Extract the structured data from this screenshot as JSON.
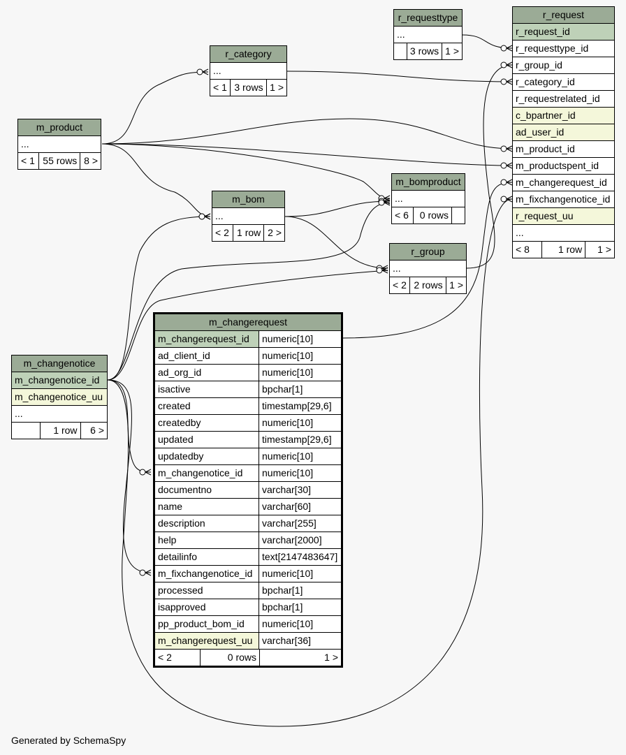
{
  "tables": {
    "r_requesttype": {
      "name": "r_requesttype",
      "ellipsis": "...",
      "nav": [
        "",
        "3 rows",
        "1 >"
      ]
    },
    "r_request": {
      "name": "r_request",
      "columns": [
        {
          "name": "r_request_id",
          "kind": "pk"
        },
        {
          "name": "r_requesttype_id",
          "kind": ""
        },
        {
          "name": "r_group_id",
          "kind": ""
        },
        {
          "name": "r_category_id",
          "kind": ""
        },
        {
          "name": "r_requestrelated_id",
          "kind": ""
        },
        {
          "name": "c_bpartner_id",
          "kind": "fk"
        },
        {
          "name": "ad_user_id",
          "kind": "fk"
        },
        {
          "name": "m_product_id",
          "kind": ""
        },
        {
          "name": "m_productspent_id",
          "kind": ""
        },
        {
          "name": "m_changerequest_id",
          "kind": ""
        },
        {
          "name": "m_fixchangenotice_id",
          "kind": ""
        },
        {
          "name": "r_request_uu",
          "kind": "fk"
        }
      ],
      "ellipsis": "...",
      "nav": [
        "< 8",
        "1 row",
        "1 >"
      ]
    },
    "r_category": {
      "name": "r_category",
      "ellipsis": "...",
      "nav": [
        "< 1",
        "3 rows",
        "1 >"
      ]
    },
    "m_product": {
      "name": "m_product",
      "ellipsis": "...",
      "nav": [
        "< 1",
        "55 rows",
        "8 >"
      ]
    },
    "m_bom": {
      "name": "m_bom",
      "ellipsis": "...",
      "nav": [
        "< 2",
        "1 row",
        "2 >"
      ]
    },
    "m_bomproduct": {
      "name": "m_bomproduct",
      "ellipsis": "...",
      "nav": [
        "< 6",
        "0 rows",
        ""
      ]
    },
    "r_group": {
      "name": "r_group",
      "ellipsis": "...",
      "nav": [
        "< 2",
        "2 rows",
        "1 >"
      ]
    },
    "m_changenotice": {
      "name": "m_changenotice",
      "columns": [
        {
          "name": "m_changenotice_id",
          "kind": "pk"
        },
        {
          "name": "m_changenotice_uu",
          "kind": "fk"
        }
      ],
      "ellipsis": "...",
      "nav": [
        "",
        "1 row",
        "6 >"
      ]
    },
    "m_changerequest": {
      "name": "m_changerequest",
      "columns": [
        {
          "name": "m_changerequest_id",
          "type": "numeric[10]",
          "kind": "pk"
        },
        {
          "name": "ad_client_id",
          "type": "numeric[10]",
          "kind": ""
        },
        {
          "name": "ad_org_id",
          "type": "numeric[10]",
          "kind": ""
        },
        {
          "name": "isactive",
          "type": "bpchar[1]",
          "kind": ""
        },
        {
          "name": "created",
          "type": "timestamp[29,6]",
          "kind": ""
        },
        {
          "name": "createdby",
          "type": "numeric[10]",
          "kind": ""
        },
        {
          "name": "updated",
          "type": "timestamp[29,6]",
          "kind": ""
        },
        {
          "name": "updatedby",
          "type": "numeric[10]",
          "kind": ""
        },
        {
          "name": "m_changenotice_id",
          "type": "numeric[10]",
          "kind": ""
        },
        {
          "name": "documentno",
          "type": "varchar[30]",
          "kind": ""
        },
        {
          "name": "name",
          "type": "varchar[60]",
          "kind": ""
        },
        {
          "name": "description",
          "type": "varchar[255]",
          "kind": ""
        },
        {
          "name": "help",
          "type": "varchar[2000]",
          "kind": ""
        },
        {
          "name": "detailinfo",
          "type": "text[2147483647]",
          "kind": ""
        },
        {
          "name": "m_fixchangenotice_id",
          "type": "numeric[10]",
          "kind": ""
        },
        {
          "name": "processed",
          "type": "bpchar[1]",
          "kind": ""
        },
        {
          "name": "isapproved",
          "type": "bpchar[1]",
          "kind": ""
        },
        {
          "name": "pp_product_bom_id",
          "type": "numeric[10]",
          "kind": ""
        },
        {
          "name": "m_changerequest_uu",
          "type": "varchar[36]",
          "kind": "fk"
        }
      ],
      "nav": [
        "< 2",
        "0 rows",
        "1 >"
      ]
    }
  },
  "footer": "Generated by SchemaSpy",
  "colors": {
    "header": "#9bab96",
    "primary_key": "#bed1b8",
    "foreign_key": "#f4f7da",
    "background": "#f7f7f7"
  }
}
